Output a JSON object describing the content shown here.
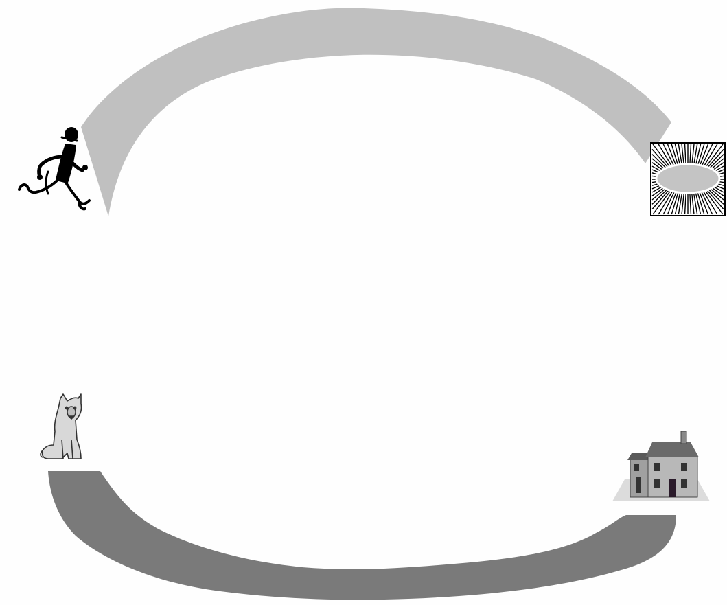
{
  "diagram": {
    "background_color": "#fefefe",
    "arrows": [
      {
        "name": "top-arc-arrow",
        "color": "#c0c0c0",
        "from": "runner-icon",
        "to": "sunburst-icon"
      },
      {
        "name": "bottom-arc-arrow",
        "color": "#7a7a7a",
        "from": "house-icon",
        "to": "dog-icon"
      }
    ],
    "nodes": [
      {
        "name": "runner-icon",
        "icon": "running-man"
      },
      {
        "name": "sunburst-icon",
        "icon": "sunburst-frame"
      },
      {
        "name": "dog-icon",
        "icon": "sitting-dog"
      },
      {
        "name": "house-icon",
        "icon": "house"
      }
    ]
  }
}
